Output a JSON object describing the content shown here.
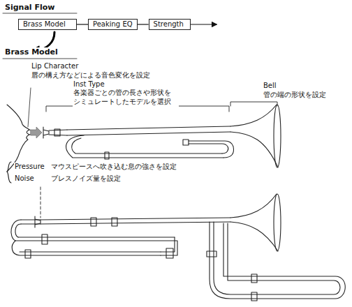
{
  "diagram": {
    "title": "Signal Flow",
    "nodes": [
      {
        "text": [
          "Brass Model"
        ]
      },
      {
        "text": [
          "Peaking EQ"
        ]
      },
      {
        "text": [
          "Strength"
        ]
      }
    ],
    "edges": [
      {
        "from": 0,
        "to": 1,
        "arrow": "none"
      },
      {
        "from": 1,
        "to": 2,
        "arrow": "none"
      }
    ],
    "labels": [
      "Brass Model",
      "Lip Character",
      "唇の構え方などによる音色変化を設定",
      "Inst Type",
      "各楽器ごとの管の長さや形状を シミュレートしたモデルを選択",
      "Bell",
      "管の端の形状を設定",
      "Pressure",
      "マウスピースへ吹き込む息の強さを設定",
      "Noise",
      "ブレスノイズ量を設定"
    ]
  }
}
